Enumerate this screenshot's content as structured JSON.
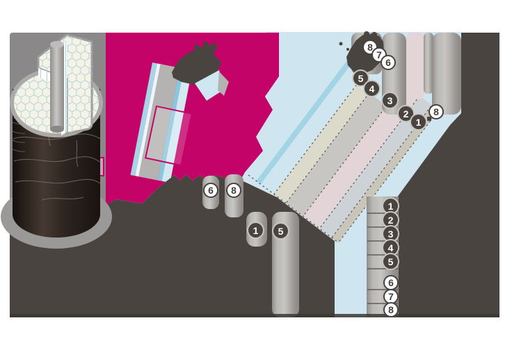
{
  "callouts": {
    "tip": [
      "8",
      "7",
      "6"
    ],
    "band": [
      "5",
      "4",
      "3",
      "2",
      "1"
    ],
    "right": [
      "8"
    ],
    "bottom": [
      "6",
      "8",
      "1",
      "5"
    ]
  },
  "legend": {
    "dark": [
      "1",
      "2",
      "3",
      "4",
      "5"
    ],
    "light": [
      "6",
      "7",
      "8"
    ]
  },
  "colors": {
    "magenta": "#c40369",
    "dark_field": "#4a4441",
    "panel_gray": "#8b8889",
    "blue_light": "#cfe6f0",
    "blue_mid": "#a3d4e4",
    "stripe_beige": "#dcdbcb",
    "stripe_gray": "#c7c6c3",
    "stripe_pink": "#e2d4d7",
    "stripe_bluegray": "#ccd2d5",
    "stripe_beige_dark": "#c9c6b9",
    "cream": "#f6f3e4",
    "hex_line": "#a9d4e3"
  }
}
